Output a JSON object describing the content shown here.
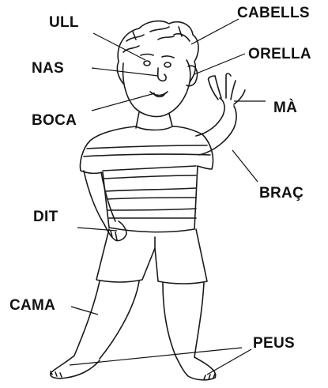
{
  "labels": {
    "ull": "ULL",
    "cabells": "CABELLS",
    "nas": "NAS",
    "orella": "ORELLA",
    "boca": "BOCA",
    "ma": "MÀ",
    "brac": "BRAÇ",
    "dit": "DIT",
    "cama": "CAMA",
    "peus": "PEUS"
  },
  "colors": {
    "ink": "#111111",
    "background": "#ffffff"
  }
}
